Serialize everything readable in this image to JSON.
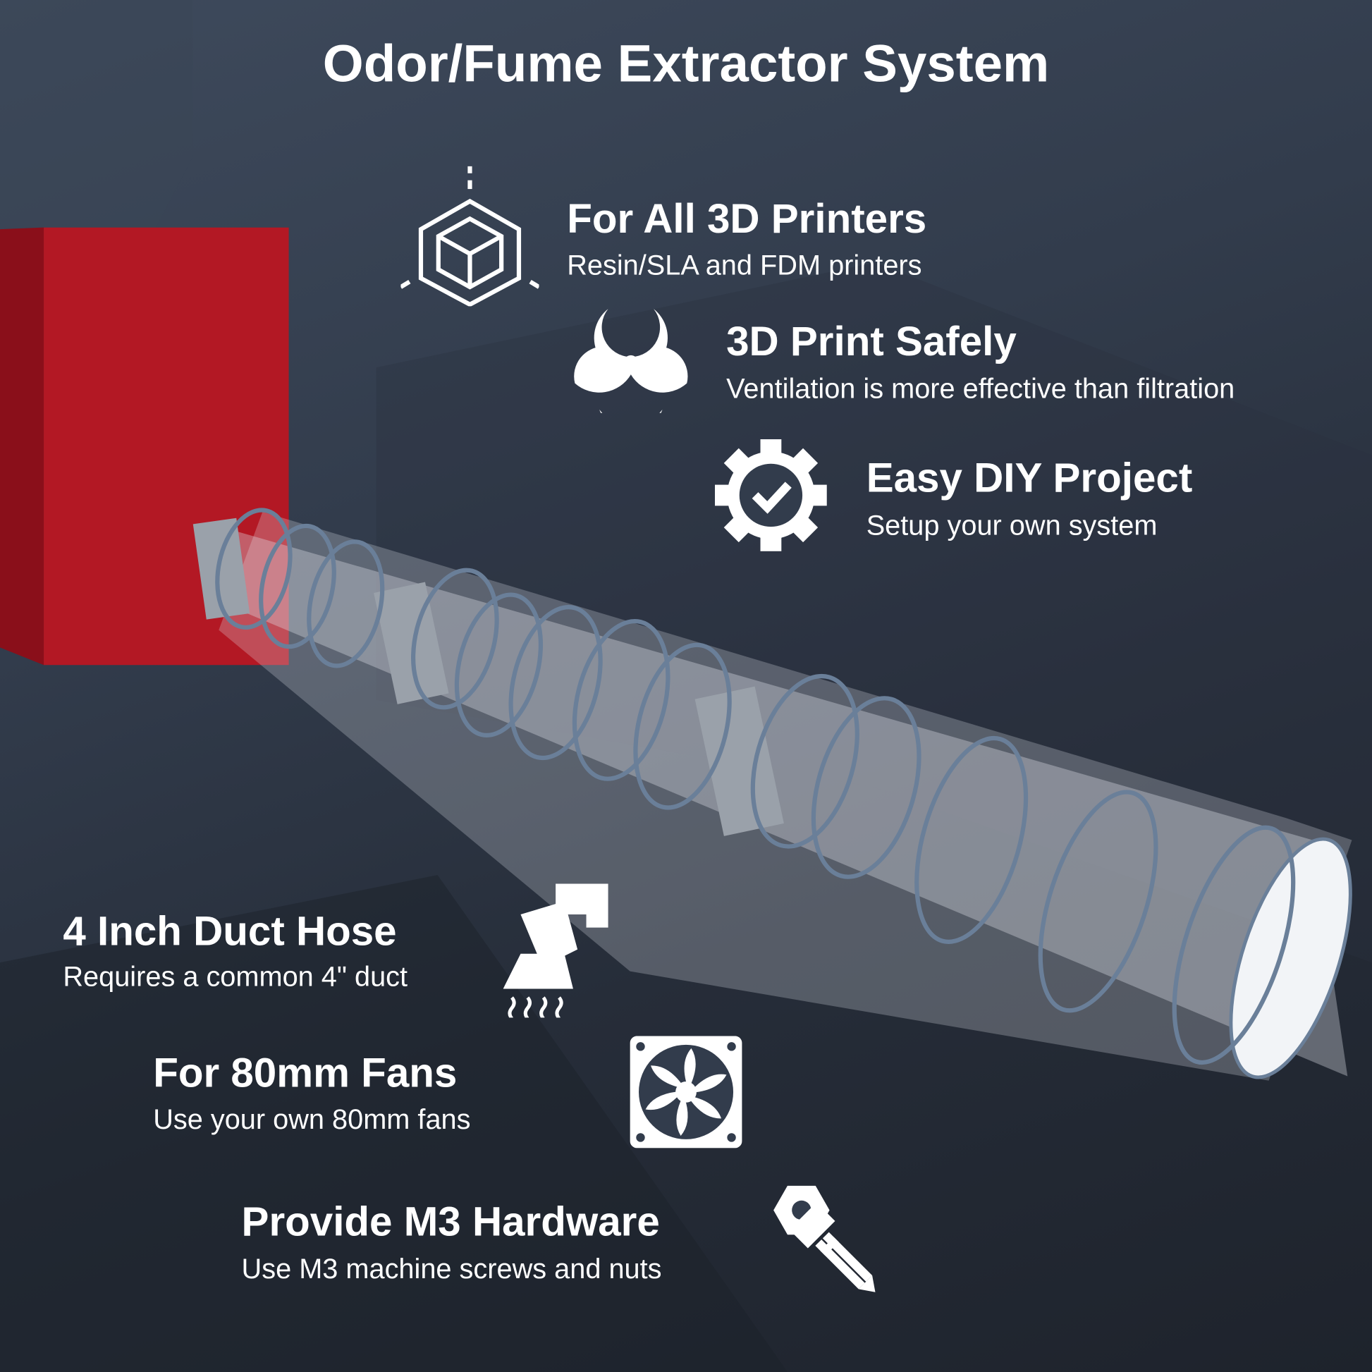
{
  "title": "Odor/Fume Extractor System",
  "features": [
    {
      "icon": "3d-cube-icon",
      "heading": "For All 3D Printers",
      "sub": "Resin/SLA and FDM printers"
    },
    {
      "icon": "biohazard-icon",
      "heading": "3D Print Safely",
      "sub": "Ventilation is more effective than filtration"
    },
    {
      "icon": "gear-check-icon",
      "heading": "Easy DIY Project",
      "sub": "Setup your own system"
    },
    {
      "icon": "duct-hose-icon",
      "heading": "4 Inch Duct Hose",
      "sub": "Requires a common 4\" duct"
    },
    {
      "icon": "fan-icon",
      "heading": "For 80mm Fans",
      "sub": "Use your own 80mm fans"
    },
    {
      "icon": "nut-bolt-icon",
      "heading": "Provide M3 Hardware",
      "sub": "Use M3 machine screws and nuts"
    }
  ],
  "colors": {
    "enclosure": "#b31824",
    "background": "#2c3442",
    "text": "#ffffff"
  }
}
